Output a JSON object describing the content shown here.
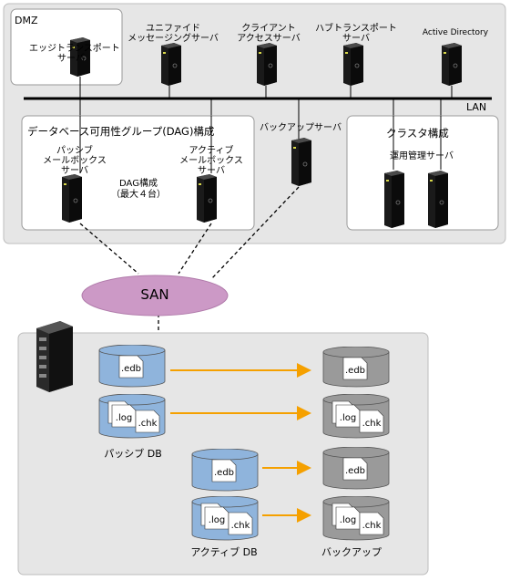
{
  "top": {
    "dmz_label": "DMZ",
    "lan_label": "LAN",
    "dmz_server": [
      "エッジトランスポート",
      "サーバ"
    ],
    "servers": {
      "unified": [
        "ユニファイド",
        "メッセージングサーバ"
      ],
      "client_access": [
        "クライアント",
        "アクセスサーバ"
      ],
      "hub": [
        "ハブトランスポート",
        "サーバ"
      ],
      "ad": "Active Directory"
    },
    "dag_group": {
      "title": "データベース可用性グループ(DAG)構成",
      "passive": [
        "パッシブ",
        "メールボックス",
        "サーバ"
      ],
      "active": [
        "アクティブ",
        "メールボックス",
        "サーバ"
      ],
      "dag_note": [
        "DAG構成",
        "（最大４台）"
      ]
    },
    "backup_server": "バックアップサーバ",
    "cluster": {
      "title": "クラスタ構成",
      "ops_server": "運用管理サーバ"
    }
  },
  "san_label": "SAN",
  "storage": {
    "files": {
      "edb": ".edb",
      "log": ".log",
      "chk": ".chk"
    },
    "passive_db_label": "パッシブ DB",
    "active_db_label": "アクティブ DB",
    "backup_label": "バックアップ"
  },
  "colors": {
    "panel_bg": "#e6e6e6",
    "db_blue": "#8fb4dc",
    "db_gray": "#9a9a9a",
    "san_fill": "#cc99c6",
    "arrow": "#f5a000"
  }
}
